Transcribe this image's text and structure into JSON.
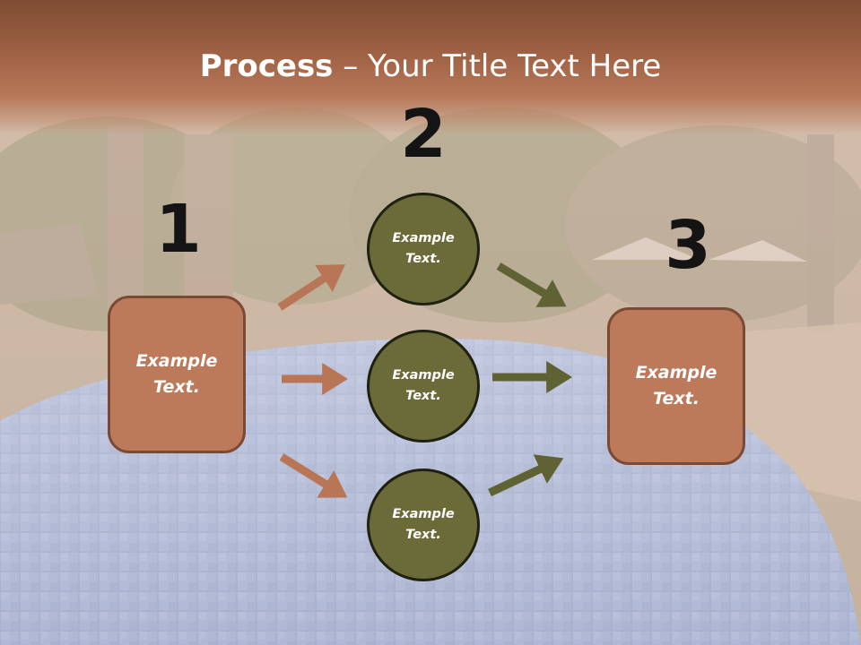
{
  "title": {
    "bold": "Process",
    "rest": " – Your Title Text Here"
  },
  "steps": [
    {
      "number": "1"
    },
    {
      "number": "2"
    },
    {
      "number": "3"
    }
  ],
  "nodes": {
    "left": "Example Text.",
    "top": "Example Text.",
    "middle": "Example Text.",
    "bottom": "Example Text.",
    "right": "Example Text."
  },
  "colors": {
    "title_band": "#a36447",
    "box_fill": "#bd7a5b",
    "box_border": "#7a4a34",
    "circle_fill": "#6b6b3a",
    "circle_border": "#1f2110",
    "arrow_copper": "#b87657",
    "arrow_olive": "#5f6233"
  }
}
